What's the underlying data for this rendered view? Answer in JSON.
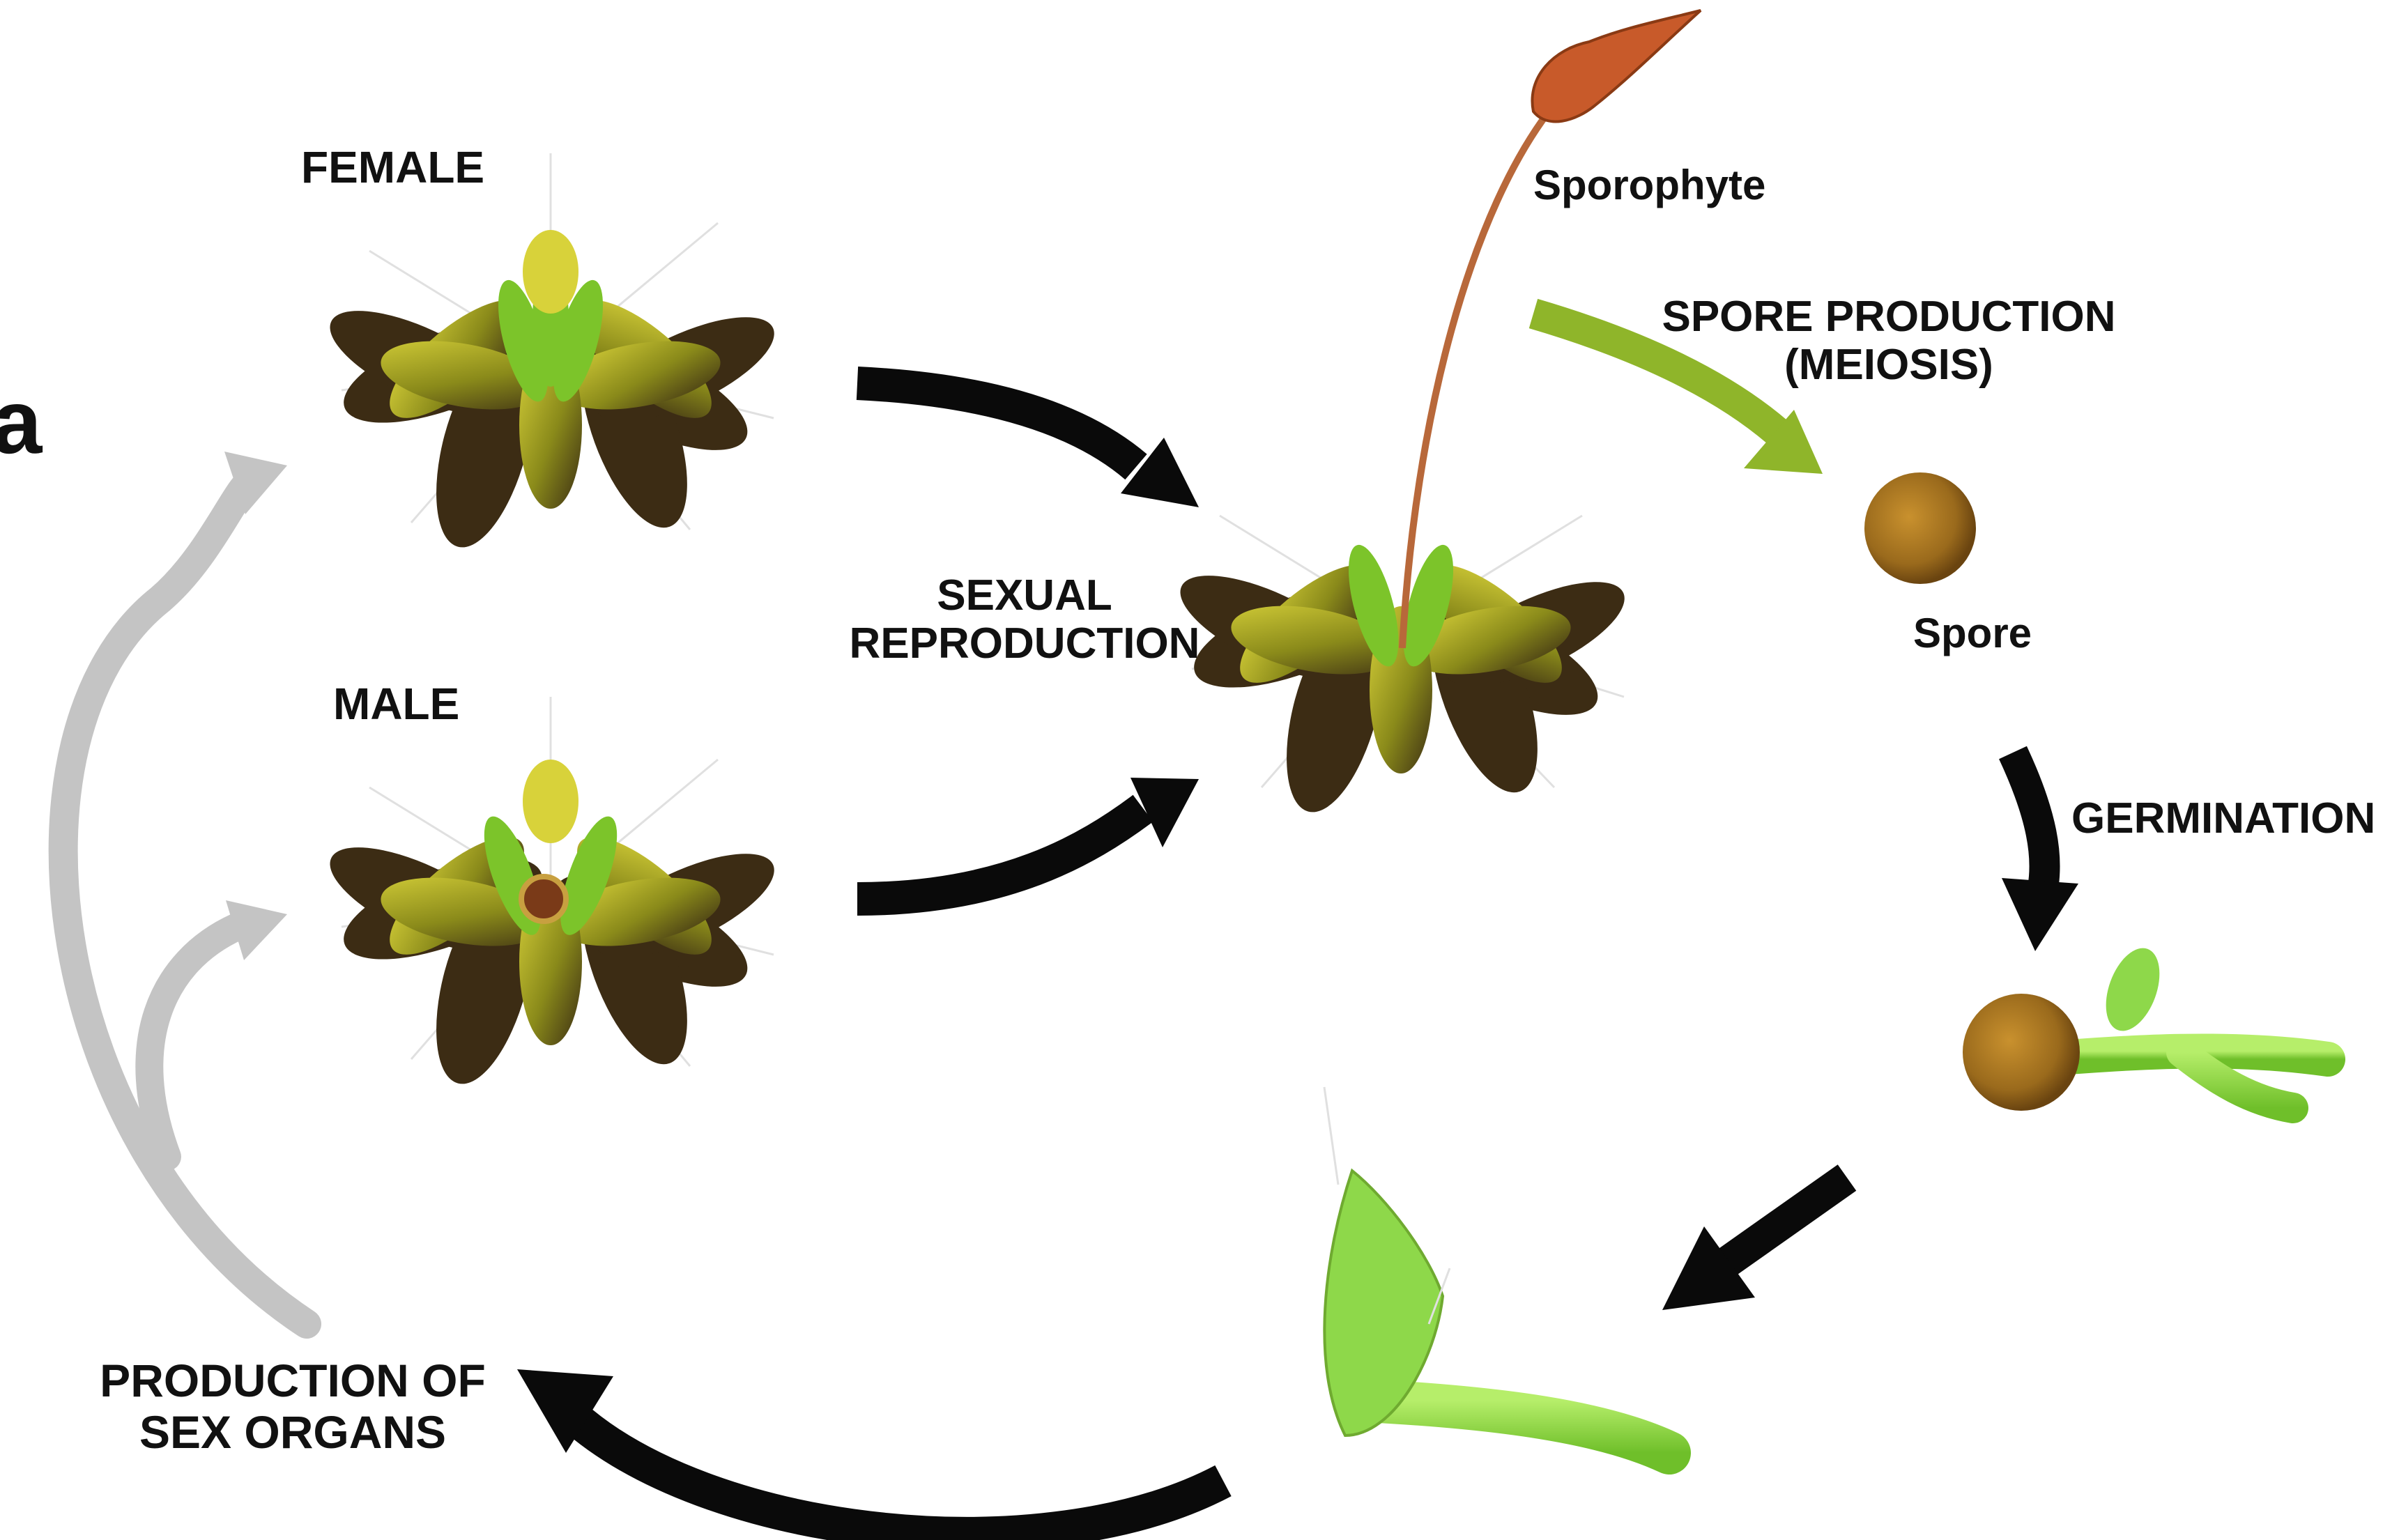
{
  "labels": {
    "female": "FEMALE",
    "male": "MALE",
    "sexual_reproduction_line1": "SEXUAL",
    "sexual_reproduction_line2": "REPRODUCTION",
    "sporophyte": "Sporophyte",
    "spore_production_line1": "SPORE PRODUCTION",
    "spore_production_line2": "(MEIOSIS)",
    "spore": "Spore",
    "germination": "GERMINATION",
    "production_line1": "PRODUCTION OF",
    "production_line2": "SEX ORGANS",
    "edge_fragment": "a"
  },
  "colors": {
    "arrow_main": "#0a0a0a",
    "arrow_meiosis": "#8fb52a",
    "arrow_return": "#c4c4c4",
    "capsule": "#c85a2a",
    "seta": "#b8683a",
    "spore": "#9a6a1c",
    "protonema": "#8ed84a",
    "leaf_dark": "#4a3a1e",
    "leaf_olive": "#8a8a1a",
    "leaf_yellow": "#c8c226",
    "leaf_green": "#7cc42a"
  }
}
